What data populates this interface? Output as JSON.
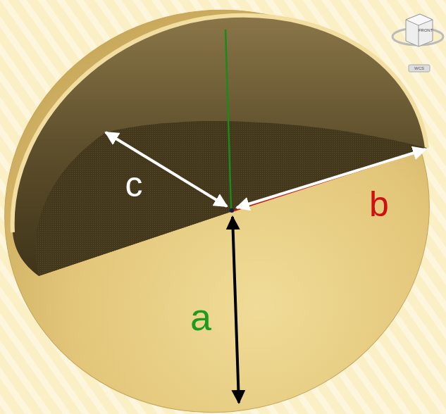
{
  "diagram": {
    "labels": [
      "c",
      "b",
      "a",
      "FRONT",
      "WCS"
    ]
  }
}
